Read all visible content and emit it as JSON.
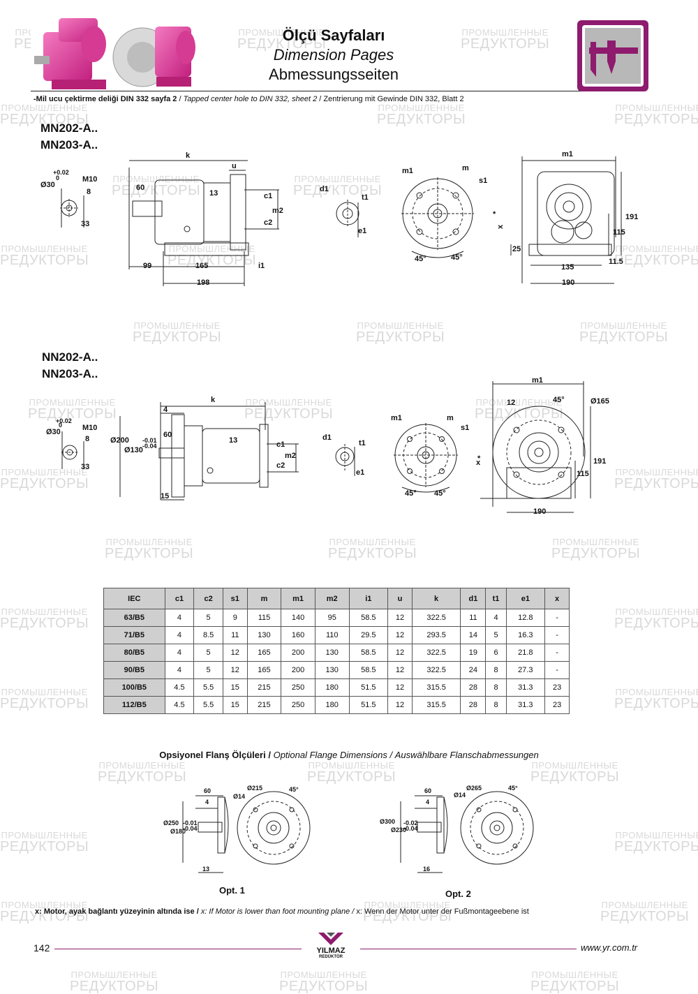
{
  "header": {
    "title_tr": "Ölçü Sayfaları",
    "title_en": "Dimension Pages",
    "title_de": "Abmessungsseiten",
    "note_tr": "-Mil ucu çektirme deliği DIN 332 sayfa 2",
    "note_en": "Tapped center hole to DIN 332, sheet 2",
    "note_de": "Zentrierung mit Gewinde DIN 332, Blatt 2",
    "separator": "/"
  },
  "watermark": {
    "line1": "ПРОМЫШЛЕННЫЕ",
    "line2": "РЕДУКТОРЫ"
  },
  "section_mn": {
    "model_1": "MN202-A..",
    "model_2": "MN203-A..",
    "shaft": {
      "d30": "Ø30",
      "tol_up": "+0.02",
      "tol_low": "0",
      "m10": "M10",
      "d8": "8",
      "d33": "33"
    },
    "side": {
      "k": "k",
      "u": "u",
      "d60": "60",
      "d13": "13",
      "c1": "c1",
      "m2": "m2",
      "c2": "c2",
      "d99": "99",
      "d165": "165",
      "i1": "i1",
      "d198": "198"
    },
    "key": {
      "d1": "d1",
      "t1": "t1",
      "e1": "e1"
    },
    "flange": {
      "m1": "m1",
      "m": "m",
      "s1": "s1",
      "a1": "45°",
      "a2": "45°"
    },
    "front": {
      "m1": "m1",
      "x": "x",
      "star": "*",
      "d191": "191",
      "d115": "115",
      "d25": "25",
      "d135": "135",
      "d115b": "11.5",
      "d190": "190"
    }
  },
  "section_nn": {
    "model_1": "NN202-A..",
    "model_2": "NN203-A..",
    "shaft": {
      "d30": "Ø30",
      "tol_up": "+0.02",
      "tol_low": "0",
      "m10": "M10",
      "d8": "8",
      "d33": "33"
    },
    "side": {
      "k": "k",
      "d4": "4",
      "d200": "Ø200",
      "d130": "Ø130",
      "tol1": "-0.01",
      "tol2": "-0.04",
      "d60": "60",
      "d13": "13",
      "c1": "c1",
      "m2": "m2",
      "c2": "c2",
      "d15": "15"
    },
    "key": {
      "d1": "d1",
      "t1": "t1",
      "e1": "e1"
    },
    "flange": {
      "m1": "m1",
      "m": "m",
      "s1": "s1",
      "a1": "45°",
      "a2": "45°"
    },
    "front": {
      "m1": "m1",
      "d12": "12",
      "a45": "45°",
      "d165": "Ø165",
      "x": "x",
      "star": "*",
      "d191": "191",
      "d115": "115",
      "d190": "190"
    }
  },
  "table": {
    "headers": [
      "IEC",
      "c1",
      "c2",
      "s1",
      "m",
      "m1",
      "m2",
      "i1",
      "u",
      "k",
      "d1",
      "t1",
      "e1",
      "x"
    ],
    "rows": [
      [
        "63/B5",
        "4",
        "5",
        "9",
        "115",
        "140",
        "95",
        "58.5",
        "12",
        "322.5",
        "11",
        "4",
        "12.8",
        "-"
      ],
      [
        "71/B5",
        "4",
        "8.5",
        "11",
        "130",
        "160",
        "110",
        "29.5",
        "12",
        "293.5",
        "14",
        "5",
        "16.3",
        "-"
      ],
      [
        "80/B5",
        "4",
        "5",
        "12",
        "165",
        "200",
        "130",
        "58.5",
        "12",
        "322.5",
        "19",
        "6",
        "21.8",
        "-"
      ],
      [
        "90/B5",
        "4",
        "5",
        "12",
        "165",
        "200",
        "130",
        "58.5",
        "12",
        "322.5",
        "24",
        "8",
        "27.3",
        "-"
      ],
      [
        "100/B5",
        "4.5",
        "5.5",
        "15",
        "215",
        "250",
        "180",
        "51.5",
        "12",
        "315.5",
        "28",
        "8",
        "31.3",
        "23"
      ],
      [
        "112/B5",
        "4.5",
        "5.5",
        "15",
        "215",
        "250",
        "180",
        "51.5",
        "12",
        "315.5",
        "28",
        "8",
        "31.3",
        "23"
      ]
    ]
  },
  "optional": {
    "title_tr": "Opsiyonel Flanş Ölçüleri",
    "title_en": "Optional Flange Dimensions",
    "title_de": "Auswählbare Flanschabmessungen",
    "sep": "/",
    "opt1": {
      "label": "Opt. 1",
      "d60": "60",
      "d4": "4",
      "d215": "Ø215",
      "d14": "Ø14",
      "a45": "45°",
      "d250": "Ø250",
      "d180": "Ø180",
      "tol1": "-0.01",
      "tol2": "-0.04",
      "d13": "13"
    },
    "opt2": {
      "label": "Opt. 2",
      "d60": "60",
      "d4": "4",
      "d265": "Ø265",
      "d14": "Ø14",
      "a45": "45°",
      "d300": "Ø300",
      "d230": "Ø230",
      "tol1": "-0.02",
      "tol2": "-0.04",
      "d16": "16"
    }
  },
  "footnote": {
    "tr": "x: Motor, ayak bağlantı yüzeyinin altında ise",
    "en": "x: If Motor is lower than foot mounting plane",
    "de": "x: Wenn der Motor unter der Fußmontageebene ist",
    "sep": "/"
  },
  "footer": {
    "page": "142",
    "brand": "YILMAZ",
    "brand_sub": "REDÜKTÖR",
    "website": "www.yr.com.tr"
  },
  "colors": {
    "accent": "#8e1b6e",
    "product_pink": "#e8489f",
    "table_header": "#cfcfcf"
  }
}
